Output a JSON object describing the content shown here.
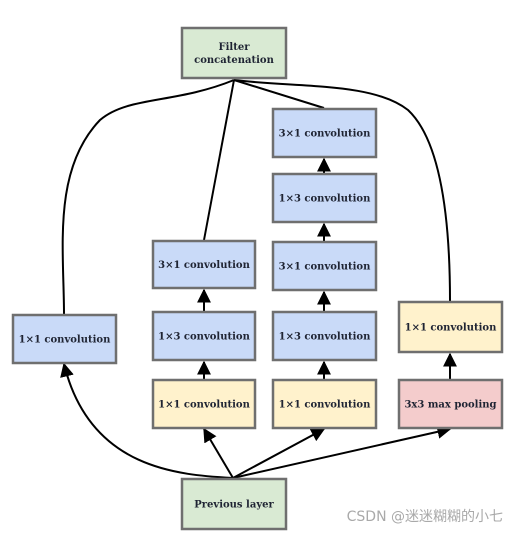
{
  "colors": {
    "conv_blue": "#c9daf8",
    "conv_yellow": "#fff2cc",
    "pool_pink": "#f4cccc",
    "layer_green": "#d9ead3",
    "border": "#6f6f6f",
    "edge": "#000000"
  },
  "nodes": {
    "filter_concat": {
      "lines": [
        "Filter",
        "concatenation"
      ]
    },
    "previous_layer": {
      "lines": [
        "Previous layer"
      ]
    },
    "b1_conv1x1": {
      "lines": [
        "1×1 convolution"
      ]
    },
    "b2_conv1x1": {
      "lines": [
        "1×1 convolution"
      ]
    },
    "b2_conv1x3": {
      "lines": [
        "1×3 convolution"
      ]
    },
    "b2_conv3x1": {
      "lines": [
        "3×1 convolution"
      ]
    },
    "b3_conv1x1": {
      "lines": [
        "1×1 convolution"
      ]
    },
    "b3_conv1x3_a": {
      "lines": [
        "1×3 convolution"
      ]
    },
    "b3_conv3x1_a": {
      "lines": [
        "3×1 convolution"
      ]
    },
    "b3_conv1x3_b": {
      "lines": [
        "1×3 convolution"
      ]
    },
    "b3_conv3x1_b": {
      "lines": [
        "3×1 convolution"
      ]
    },
    "b4_maxpool": {
      "lines": [
        "3x3 max pooling"
      ]
    },
    "b4_conv1x1": {
      "lines": [
        "1×1 convolution"
      ]
    }
  },
  "watermark": "CSDN @迷迷糊糊的小七"
}
